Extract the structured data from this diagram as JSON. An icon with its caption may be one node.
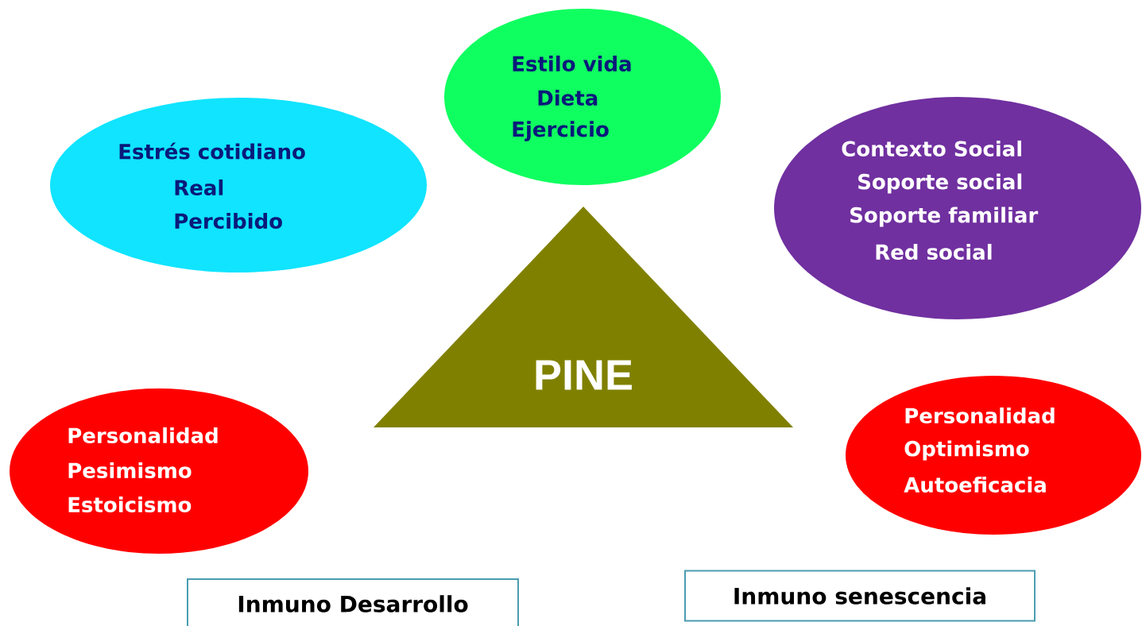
{
  "diagram": {
    "nodes": [
      {
        "text": [
          "Estrés cotidiano",
          "Real",
          "Percibido"
        ]
      },
      {
        "text": [
          "Estilo vida",
          "Dieta",
          "Ejercicio"
        ]
      },
      {
        "text": [
          "Contexto Social",
          "Soporte social",
          "Soporte familiar",
          "Red social"
        ]
      },
      {
        "text": [
          "PINE"
        ]
      },
      {
        "text": [
          "Personalidad",
          "Pesimismo",
          "Estoicismo"
        ]
      },
      {
        "text": [
          "Personalidad",
          "Optimismo",
          "Autoeficacia"
        ]
      },
      {
        "text": [
          "Inmuno Desarrollo"
        ]
      },
      {
        "text": [
          "Inmuno senescencia"
        ]
      }
    ]
  }
}
